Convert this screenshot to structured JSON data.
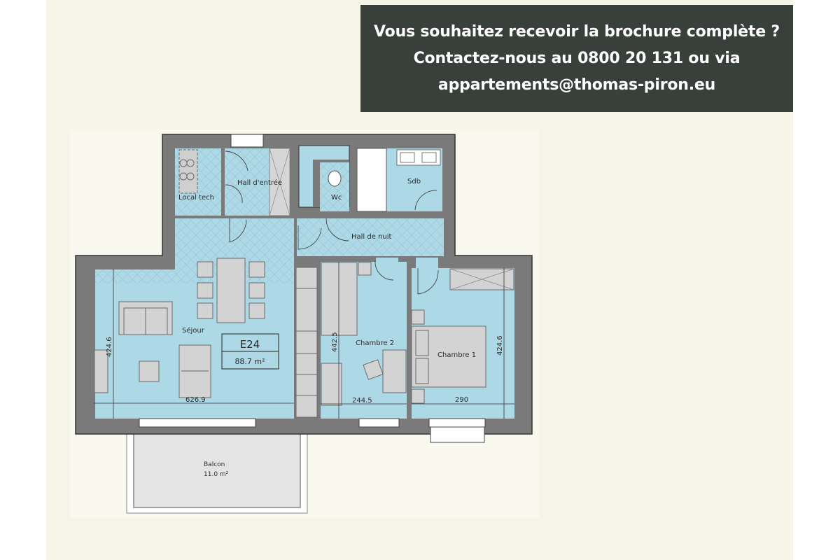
{
  "banner": {
    "line1": "Vous souhaitez recevoir la brochure complète ?",
    "line2": "Contactez-nous au 0800 20 131 ou via",
    "line3": "appartements@thomas-piron.eu",
    "background": "#393f3b",
    "text_color": "#ffffff"
  },
  "plan": {
    "unit": {
      "code": "E24",
      "area": "88.7 m²"
    },
    "rooms": {
      "local_tech": "Local tech",
      "hall_entree": "Hall d'entrée",
      "wc": "Wc",
      "sdb": "Sdb",
      "hall_nuit": "Hall de nuit",
      "sejour": "Séjour",
      "chambre2": "Chambre 2",
      "chambre1": "Chambre 1",
      "balcon": "Balcon",
      "balcon_area": "11.0 m²"
    },
    "dimensions": {
      "sejour_height": "424.6",
      "sejour_width": "626.9",
      "chambre2_height": "442.5",
      "chambre2_width": "244.5",
      "chambre1_height": "424.6",
      "chambre1_width": "290"
    },
    "colors": {
      "wall": "#7a7a7a",
      "floor": "#add8e6",
      "furniture": "#d3d3d3",
      "panel_bg": "#f4f5e6"
    }
  }
}
